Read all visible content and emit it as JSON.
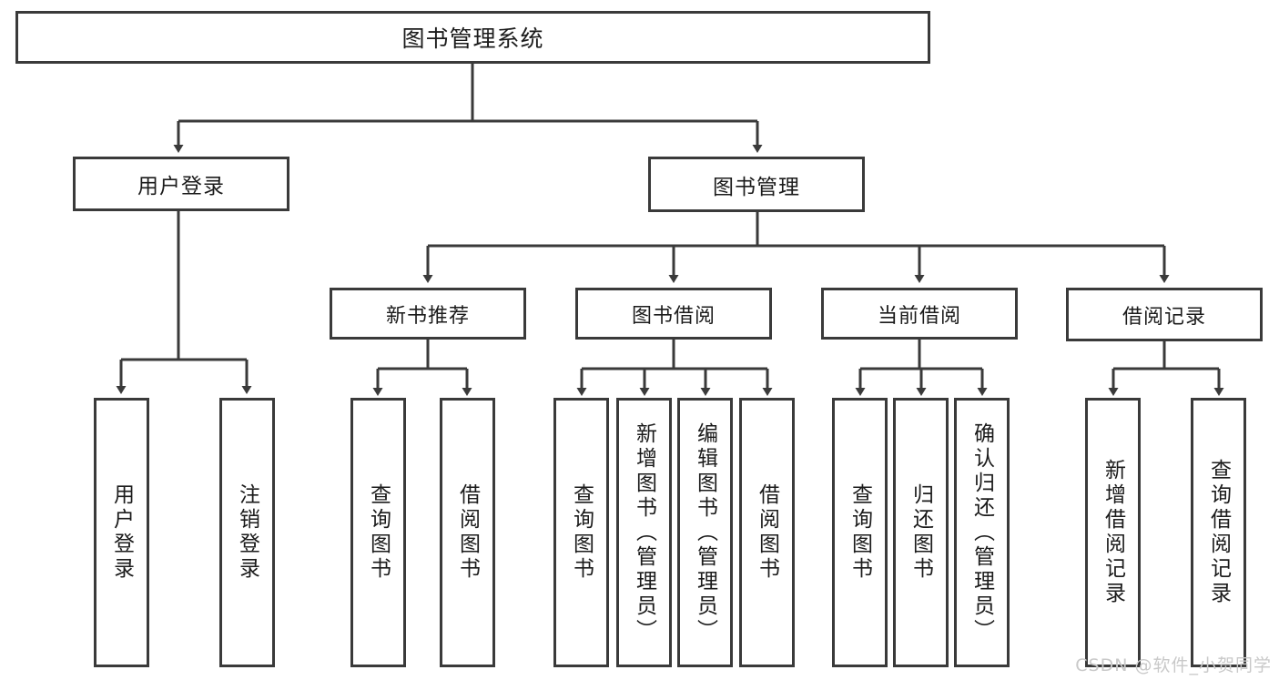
{
  "diagram": {
    "title": "图书管理系统",
    "watermark": "CSDN @软件_小贺同学",
    "root": {
      "label": "图书管理系统"
    },
    "level2": [
      {
        "label": "用户登录"
      },
      {
        "label": "图书管理"
      }
    ],
    "level3": [
      {
        "label": "新书推荐"
      },
      {
        "label": "图书借阅"
      },
      {
        "label": "当前借阅"
      },
      {
        "label": "借阅记录"
      }
    ],
    "leaves": {
      "user_login": [
        {
          "label": "用户登录"
        },
        {
          "label": "注销登录"
        }
      ],
      "new_book_recommend": [
        {
          "label": "查询图书"
        },
        {
          "label": "借阅图书"
        }
      ],
      "book_borrow": [
        {
          "label": "查询图书"
        },
        {
          "label": "新增图书（管理员）"
        },
        {
          "label": "编辑图书（管理员）"
        },
        {
          "label": "借阅图书"
        }
      ],
      "current_borrow": [
        {
          "label": "查询图书"
        },
        {
          "label": "归还图书"
        },
        {
          "label": "确认归还（管理员）"
        }
      ],
      "borrow_records": [
        {
          "label": "新增借阅记录"
        },
        {
          "label": "查询借阅记录"
        }
      ]
    }
  },
  "colors": {
    "border": "#3a3a3a",
    "text": "#1b1b1b",
    "background": "#ffffff",
    "watermark": "#c9c9c9"
  }
}
